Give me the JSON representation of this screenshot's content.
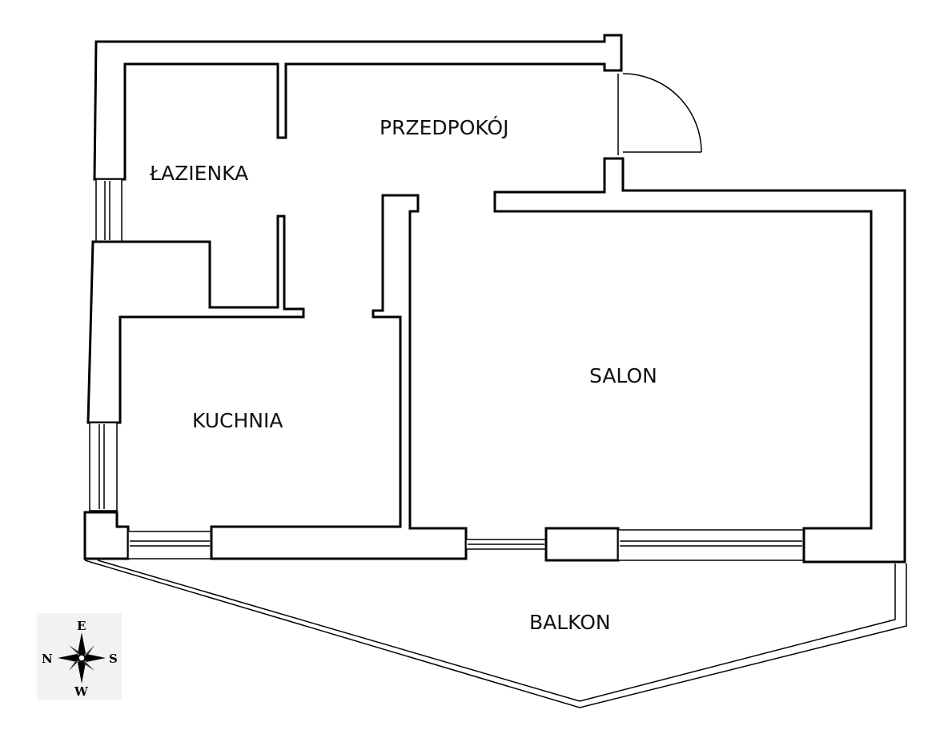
{
  "rooms": {
    "przedpokoj": "PRZEDPOKÓJ",
    "lazienka": "ŁAZIENKA",
    "kuchnia": "KUCHNIA",
    "salon": "SALON",
    "balkon": "BALKON"
  },
  "compass": {
    "north": "N",
    "east": "E",
    "south": "S",
    "west": "W"
  },
  "colors": {
    "wall_stroke": "#000000",
    "background": "#ffffff",
    "compass_background": "#f2f2f2"
  },
  "icons": {
    "compass": "compass-rose-icon",
    "door": "door-swing-icon",
    "window": "window-icon"
  }
}
